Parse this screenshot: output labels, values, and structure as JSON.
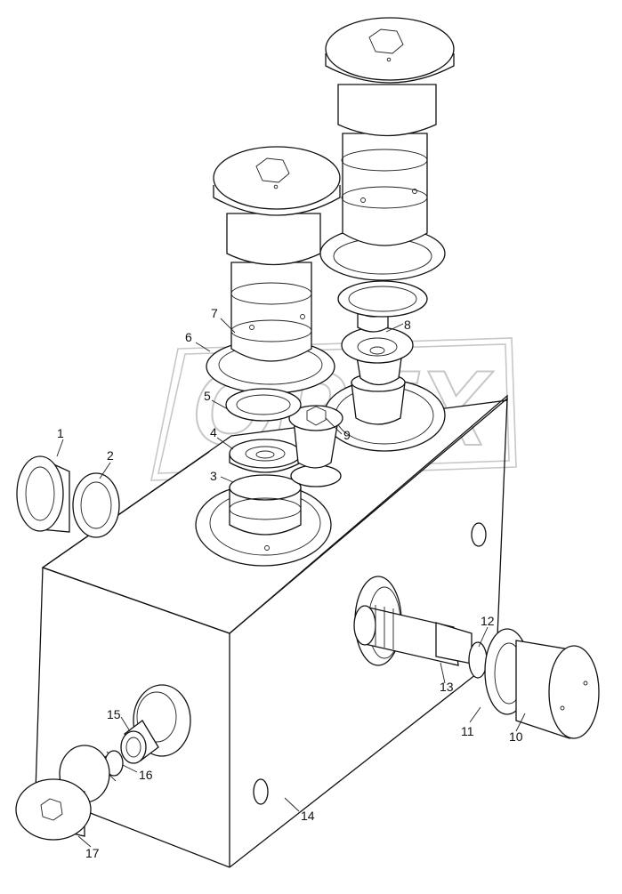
{
  "drawing": {
    "type": "exploded-parts-diagram",
    "watermark_text": "OPEX",
    "callouts": [
      "1",
      "2",
      "3",
      "4",
      "5",
      "6",
      "7",
      "8",
      "9",
      "10",
      "11",
      "12",
      "13",
      "14",
      "15",
      "16",
      "17"
    ]
  }
}
